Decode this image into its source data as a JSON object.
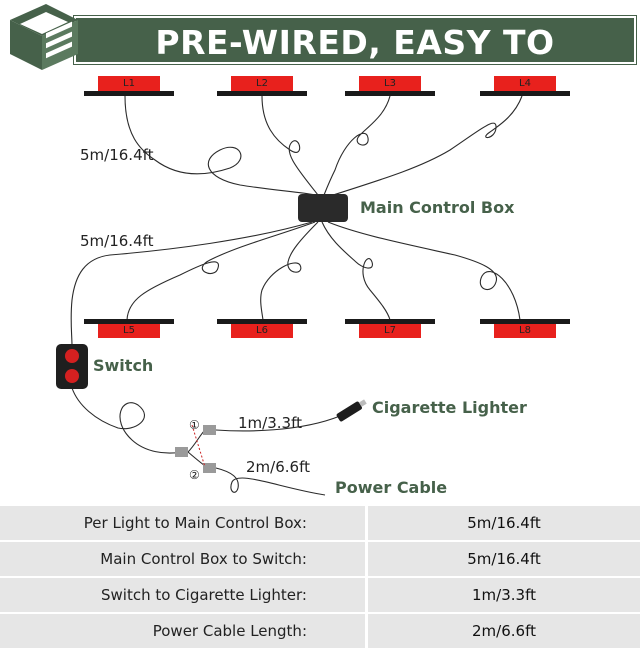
{
  "header": {
    "title": "PRE-WIRED, EASY TO INSTALL",
    "logo_icon": "layered-e-logo-icon"
  },
  "colors": {
    "brand_green": "#46614a",
    "light_red": "#e8211d",
    "switch_red": "#d42020"
  },
  "diagram": {
    "top_lights": [
      "L1",
      "L2",
      "L3",
      "L4"
    ],
    "bottom_lights": [
      "L5",
      "L6",
      "L7",
      "L8"
    ],
    "cable_top": "5m/16.4ft",
    "cable_bottom": "5m/16.4ft",
    "main_control_box": "Main Control Box",
    "switch": "Switch",
    "cigarette_lighter": "Cigarette Lighter",
    "power_cable": "Power Cable",
    "lighter_length": "1m/3.3ft",
    "power_length": "2m/6.6ft",
    "marker_1": "①",
    "marker_2": "②"
  },
  "table": {
    "rows": [
      {
        "label": "Per Light to Main Control Box:",
        "value": "5m/16.4ft"
      },
      {
        "label": "Main Control Box to Switch:",
        "value": "5m/16.4ft"
      },
      {
        "label": "Switch to Cigarette Lighter:",
        "value": "1m/3.3ft"
      },
      {
        "label": "Power Cable Length:",
        "value": "2m/6.6ft"
      }
    ]
  }
}
